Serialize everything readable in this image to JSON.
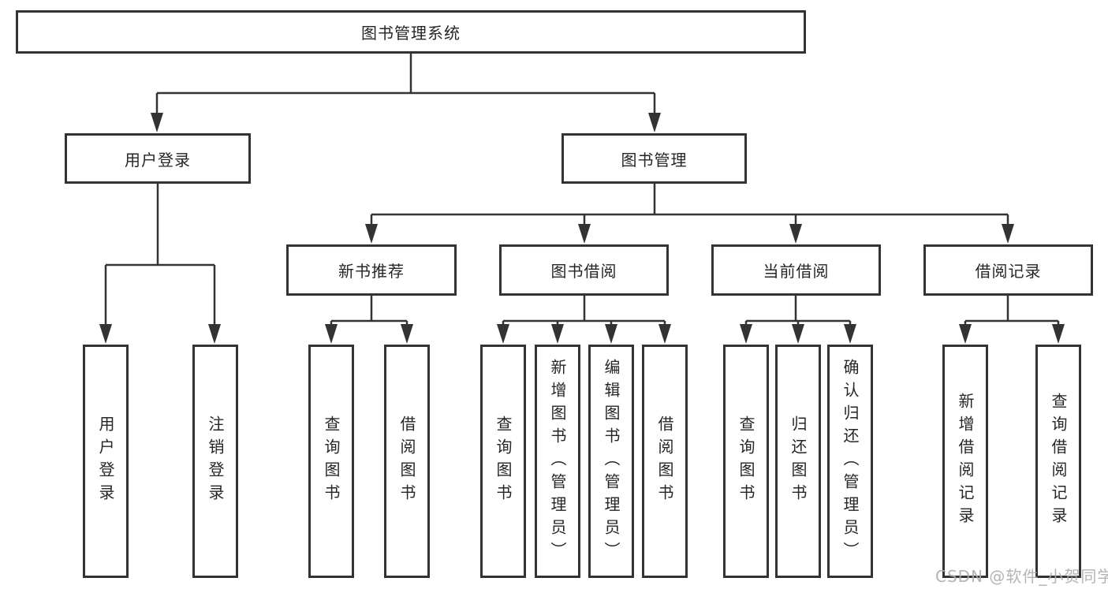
{
  "diagram": {
    "title": "图书管理系统",
    "level2": {
      "user_login": "用户登录",
      "book_management": "图书管理"
    },
    "level3": {
      "new_book_recommend": "新书推荐",
      "book_borrowing": "图书借阅",
      "current_borrowing": "当前借阅",
      "borrowing_records": "借阅记录"
    },
    "leaves": {
      "user_login": [
        "用户登录",
        "注销登录"
      ],
      "new_book_recommend": [
        "查询图书",
        "借阅图书"
      ],
      "book_borrowing": [
        "查询图书",
        "新增图书（管理员）",
        "编辑图书（管理员）",
        "借阅图书"
      ],
      "current_borrowing": [
        "查询图书",
        "归还图书",
        "确认归还（管理员）"
      ],
      "borrowing_records": [
        "新增借阅记录",
        "查询借阅记录"
      ]
    }
  },
  "watermark": {
    "text": "CSDN @软件_小贺同学"
  },
  "colors": {
    "line": "#333333",
    "text": "#262626",
    "background": "#ffffff",
    "watermark": "#acacac"
  }
}
